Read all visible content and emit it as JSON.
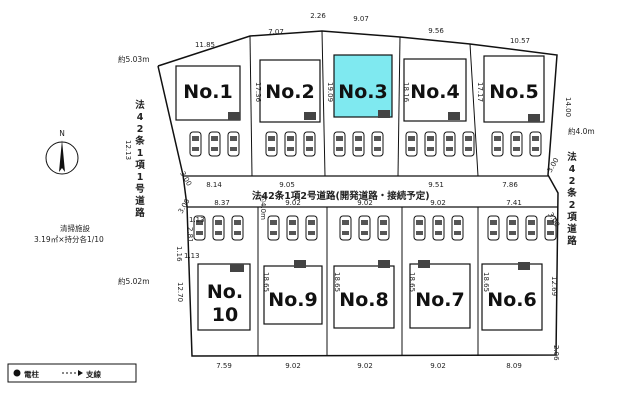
{
  "upper_lots": [
    {
      "label": "No.1",
      "highlighted": false,
      "depth": "12.13"
    },
    {
      "label": "No.2",
      "highlighted": false,
      "depth": "17.36"
    },
    {
      "label": "No.3",
      "highlighted": true,
      "depth": "19.09"
    },
    {
      "label": "No.4",
      "highlighted": false,
      "depth": "18.16"
    },
    {
      "label": "No.5",
      "highlighted": false,
      "depth": "17.17"
    }
  ],
  "lower_lots": [
    {
      "label_line1": "No.",
      "label_line2": "10",
      "depth": "12.70"
    },
    {
      "label_line1": "No.9",
      "label_line2": "",
      "depth": "18.65"
    },
    {
      "label_line1": "No.8",
      "label_line2": "",
      "depth": "18.65"
    },
    {
      "label_line1": "No.7",
      "label_line2": "",
      "depth": "18.65"
    },
    {
      "label_line1": "No.6",
      "label_line2": "",
      "depth": "18.65"
    }
  ],
  "top_dims": [
    "11.85",
    "7.07",
    "2.26",
    "9.07",
    "9.56",
    "10.57"
  ],
  "mid_upper_dims": [
    "8.14",
    "9.05",
    "9.51",
    "7.86"
  ],
  "mid_lower_dims": [
    "8.37",
    "9.02",
    "9.02",
    "9.02",
    "7.41"
  ],
  "bottom_dims": [
    "7.59",
    "9.02",
    "9.02",
    "9.02",
    "8.09"
  ],
  "right_dims": [
    "14.00",
    "12.69",
    "2.06"
  ],
  "corner_dims": [
    "3.00",
    "3.00",
    "3.00",
    "3.00"
  ],
  "small_dims": [
    "1.13",
    "2.81",
    "1.16",
    "1.13"
  ],
  "roads": {
    "left_top_width": "約5.03m",
    "left_bottom_width": "約5.02m",
    "right_width": "約4.0m",
    "inner_width": "約4.0m",
    "left_road": "法42条1項1号道路",
    "right_road": "法42条2項道路",
    "center_road": "法42条1項2号道路(開発道路・接続予定)"
  },
  "cleaning": {
    "line1": "清掃施設",
    "line2": "3.19㎡×持分各1/10"
  },
  "compass": "N",
  "legend": {
    "pole": "電柱",
    "guy": "支線"
  },
  "colors": {
    "highlight": "#7fe9f0",
    "line": "#111111"
  }
}
